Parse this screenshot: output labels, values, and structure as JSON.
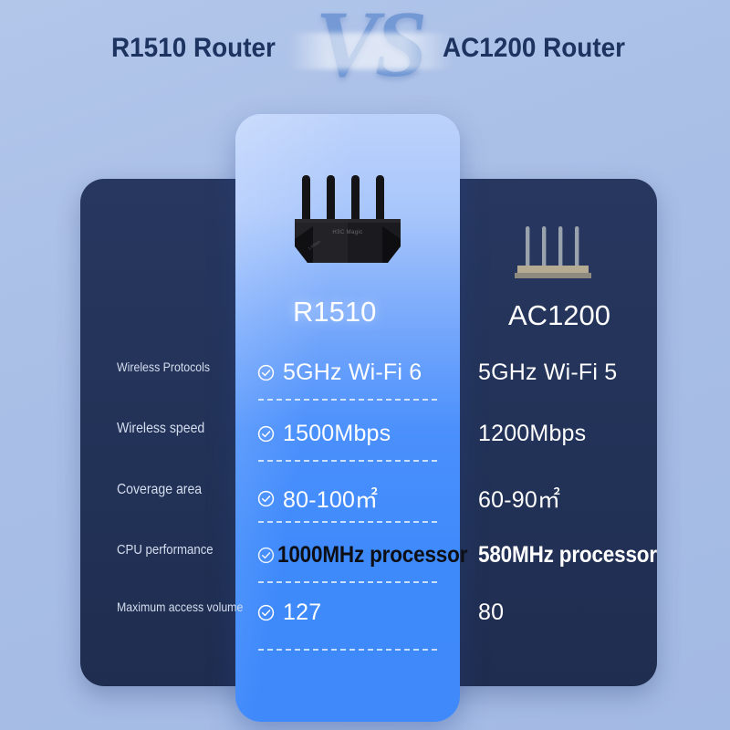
{
  "header": {
    "left_title": "R1510 Router",
    "vs_label": "VS",
    "right_title": "AC1200 Router"
  },
  "products": {
    "highlighted": {
      "name": "R1510",
      "image": "black-router-4-antenna"
    },
    "other": {
      "name": "AC1200",
      "image": "tan-router-4-antenna"
    }
  },
  "comparison": {
    "rows": [
      {
        "label": "Wireless Protocols",
        "r1510": "5GHz  Wi-Fi 6",
        "ac1200": "5GHz  Wi-Fi 5",
        "check": "circle-check-icon"
      },
      {
        "label": "Wireless speed",
        "r1510": "1500Mbps",
        "ac1200": "1200Mbps",
        "check": "circle-check-icon"
      },
      {
        "label": "Coverage area",
        "r1510": "80-100㎡",
        "ac1200": "60-90㎡",
        "check": "circle-check-icon"
      },
      {
        "label": "CPU performance",
        "r1510": "1000MHz processor",
        "ac1200": "580MHz processor",
        "check": "circle-check-icon"
      },
      {
        "label": "Maximum access volume",
        "r1510": "127",
        "ac1200": "80",
        "check": "circle-check-icon"
      }
    ]
  },
  "colors": {
    "background": "#a8bee6",
    "dark_card": "#223257",
    "highlight_card": "#3f8afb",
    "title_text": "#1d3461",
    "vs_blue": "#6f96d4"
  }
}
